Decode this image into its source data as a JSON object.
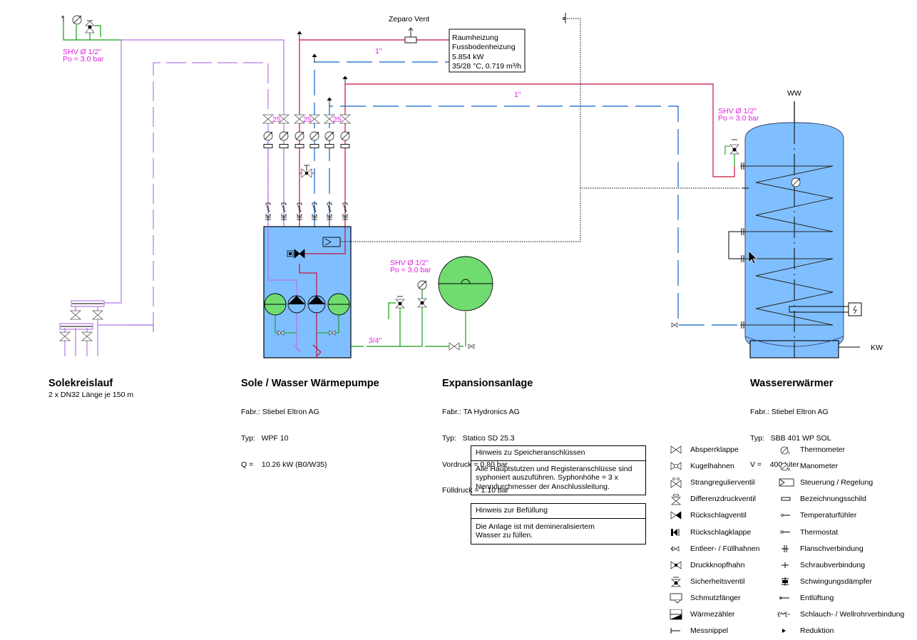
{
  "colors": {
    "flow_red": "#c8103c",
    "return_blue": "#0a64c8",
    "brine_purple": "#b478e6",
    "safety_green": "#10a010",
    "annotation_magenta": "#e020e0",
    "tank_fill": "#80bfff",
    "vessel_green": "#70dc70"
  },
  "top_labels": {
    "zeparo_vent": "Zeparo Vent",
    "shv_brine": [
      "SHV Ø 1/2\"",
      "Po = 3.0 bar"
    ],
    "shv_tank": [
      "SHV Ø 1/2\"",
      "Po = 3.0 bar"
    ],
    "shv_expansion": [
      "SHV Ø 1/2\"",
      "Po = 3.0 bar"
    ],
    "pipe_size_1": "1\"",
    "pipe_size_2": "1\"",
    "pipe_size_3": "3/4\"",
    "valve_dn": [
      "25",
      "25",
      "25"
    ],
    "ww": "WW",
    "kw": "KW"
  },
  "heating_box": {
    "lines": [
      "Raumheizung",
      "Fussbodenheizung",
      "5.854 kW",
      "35/28 °C, 0.719 m³/h"
    ]
  },
  "components": {
    "solekreislauf": {
      "title": "Solekreislauf",
      "lines": [
        "2 x DN32 Länge je 150 m"
      ]
    },
    "waermepumpe": {
      "title": "Sole / Wasser Wärmepumpe",
      "lines": [
        "Fabr.: Stiebel Eltron AG",
        "Typ:   WPF 10",
        "Q =    10.26 kW (B0/W35)"
      ]
    },
    "expansion": {
      "title": "Expansionsanlage",
      "lines": [
        "Fabr.: TA Hydronics AG",
        "Typ:   Statico SD 25.3",
        "Vordruck = 0.80 bar",
        "Fülldruck = 1.10 bar"
      ]
    },
    "wassererwaermer": {
      "title": "Wassererwärmer",
      "lines": [
        "Fabr.: Stiebel Eltron AG",
        "Typ:   SBB 401 WP SOL",
        "V =    400 Liter"
      ]
    }
  },
  "notes": [
    {
      "header": "Hinweis zu Speicheranschlüssen",
      "body": [
        "Alle Hauptstutzen und Registeranschlüsse sind",
        "syphoniert auszuführen. Syphonhöhe = 3 x",
        "Nenndurchmesser der Anschlussleitung."
      ]
    },
    {
      "header": "Hinweis zur Befüllung",
      "body": [
        "Die Anlage ist mit demineralisiertem",
        "Wasser zu füllen."
      ]
    }
  ],
  "legend": {
    "left": [
      {
        "icon": "absperrklappe-icon",
        "label": "Absperrklappe"
      },
      {
        "icon": "kugelhahn-icon",
        "label": "Kugelhahnen"
      },
      {
        "icon": "strangregulierventil-icon",
        "label": "Strangregulierventil"
      },
      {
        "icon": "differenzdruckventil-icon",
        "label": "Differenzdruckventil"
      },
      {
        "icon": "rueckschlagventil-icon",
        "label": "Rückschlagventil"
      },
      {
        "icon": "rueckschlagklappe-icon",
        "label": "Rückschlagklappe"
      },
      {
        "icon": "entleerhahn-icon",
        "label": "Entleer- / Füllhahnen"
      },
      {
        "icon": "druckknopfhahn-icon",
        "label": "Druckknopfhahn"
      },
      {
        "icon": "sicherheitsventil-icon",
        "label": "Sicherheitsventil"
      },
      {
        "icon": "schmutzfaenger-icon",
        "label": "Schmutzfänger"
      },
      {
        "icon": "waermezaehler-icon",
        "label": "Wärmezähler"
      },
      {
        "icon": "messnippel-icon",
        "label": "Messnippel"
      }
    ],
    "right": [
      {
        "icon": "thermometer-icon",
        "label": "Thermometer"
      },
      {
        "icon": "manometer-icon",
        "label": "Manometer"
      },
      {
        "icon": "steuerung-icon",
        "label": "Steuerung / Regelung"
      },
      {
        "icon": "bezeichnungsschild-icon",
        "label": "Bezeichnungsschild"
      },
      {
        "icon": "temperaturfuehler-icon",
        "label": "Temperaturfühler"
      },
      {
        "icon": "thermostat-icon",
        "label": "Thermostat"
      },
      {
        "icon": "flanschverbindung-icon",
        "label": "Flanschverbindung"
      },
      {
        "icon": "schraubverbindung-icon",
        "label": "Schraubverbindung"
      },
      {
        "icon": "schwingungsdaempfer-icon",
        "label": "Schwingungsdämpfer"
      },
      {
        "icon": "entlueftung-icon",
        "label": "Entlüftung"
      },
      {
        "icon": "schlauchverbindung-icon",
        "label": "Schlauch- / Wellrohrverbindung"
      },
      {
        "icon": "reduktion-icon",
        "label": "Reduktion"
      }
    ]
  }
}
